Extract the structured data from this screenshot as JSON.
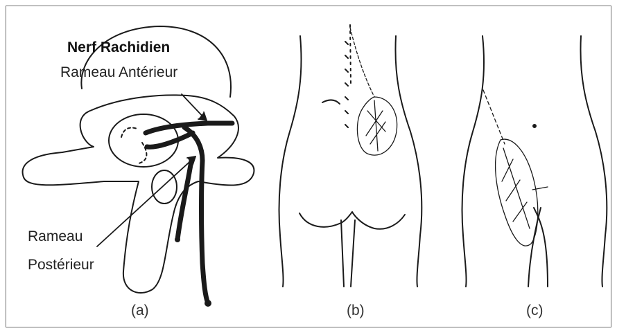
{
  "labels": {
    "title": "Nerf Rachidien",
    "anterior": "Rameau Antérieur",
    "posterior_line1": "Rameau",
    "posterior_line2": "Postérieur"
  },
  "captions": {
    "a": "(a)",
    "b": "(b)",
    "c": "(c)"
  }
}
